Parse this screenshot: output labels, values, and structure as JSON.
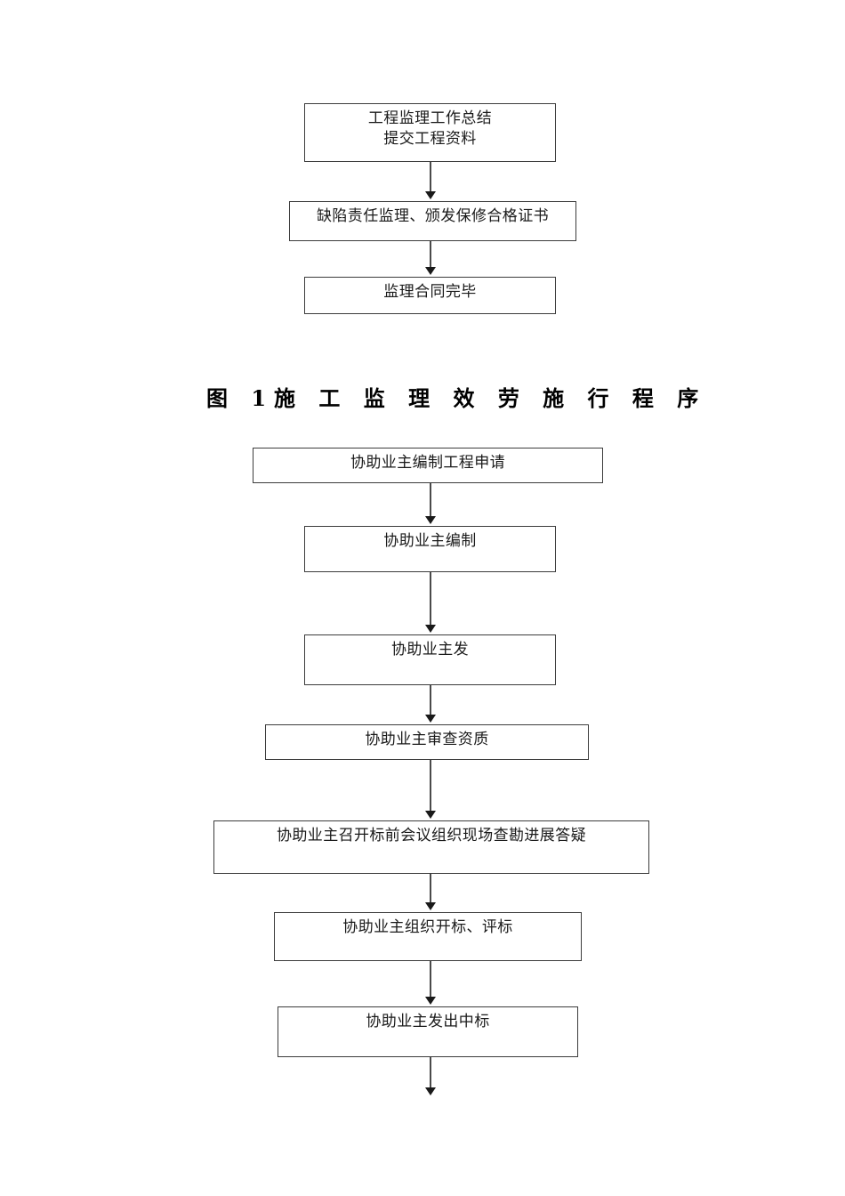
{
  "document": {
    "type": "flowchart-figure",
    "language": "zh-CN"
  },
  "top_flow": {
    "name": "construction-supervision-closeout",
    "nodes": [
      {
        "id": "t1",
        "label": "工程监理工作总结\n提交工程资料"
      },
      {
        "id": "t2",
        "label": "缺陷责任监理、颁发保修合格证书"
      },
      {
        "id": "t3",
        "label": "监理合同完毕"
      }
    ]
  },
  "caption": {
    "text": "图 1施 工 监 理 效 劳 施 行 程 序"
  },
  "bottom_flow": {
    "name": "tender-assistance-procedure",
    "nodes": [
      {
        "id": "b1",
        "label": "协助业主编制工程申请"
      },
      {
        "id": "b2",
        "label": "协助业主编制"
      },
      {
        "id": "b3",
        "label": "协助业主发"
      },
      {
        "id": "b4",
        "label": "协助业主审查资质"
      },
      {
        "id": "b5",
        "label": "协助业主召开标前会议组织现场查勘进展答疑"
      },
      {
        "id": "b6",
        "label": "协助业主组织开标、评标"
      },
      {
        "id": "b7",
        "label": "协助业主发出中标"
      }
    ]
  },
  "colors": {
    "border": "#3c3c3c",
    "text": "#1a1a1a",
    "arrow": "#4a4a4a",
    "background": "#ffffff"
  }
}
